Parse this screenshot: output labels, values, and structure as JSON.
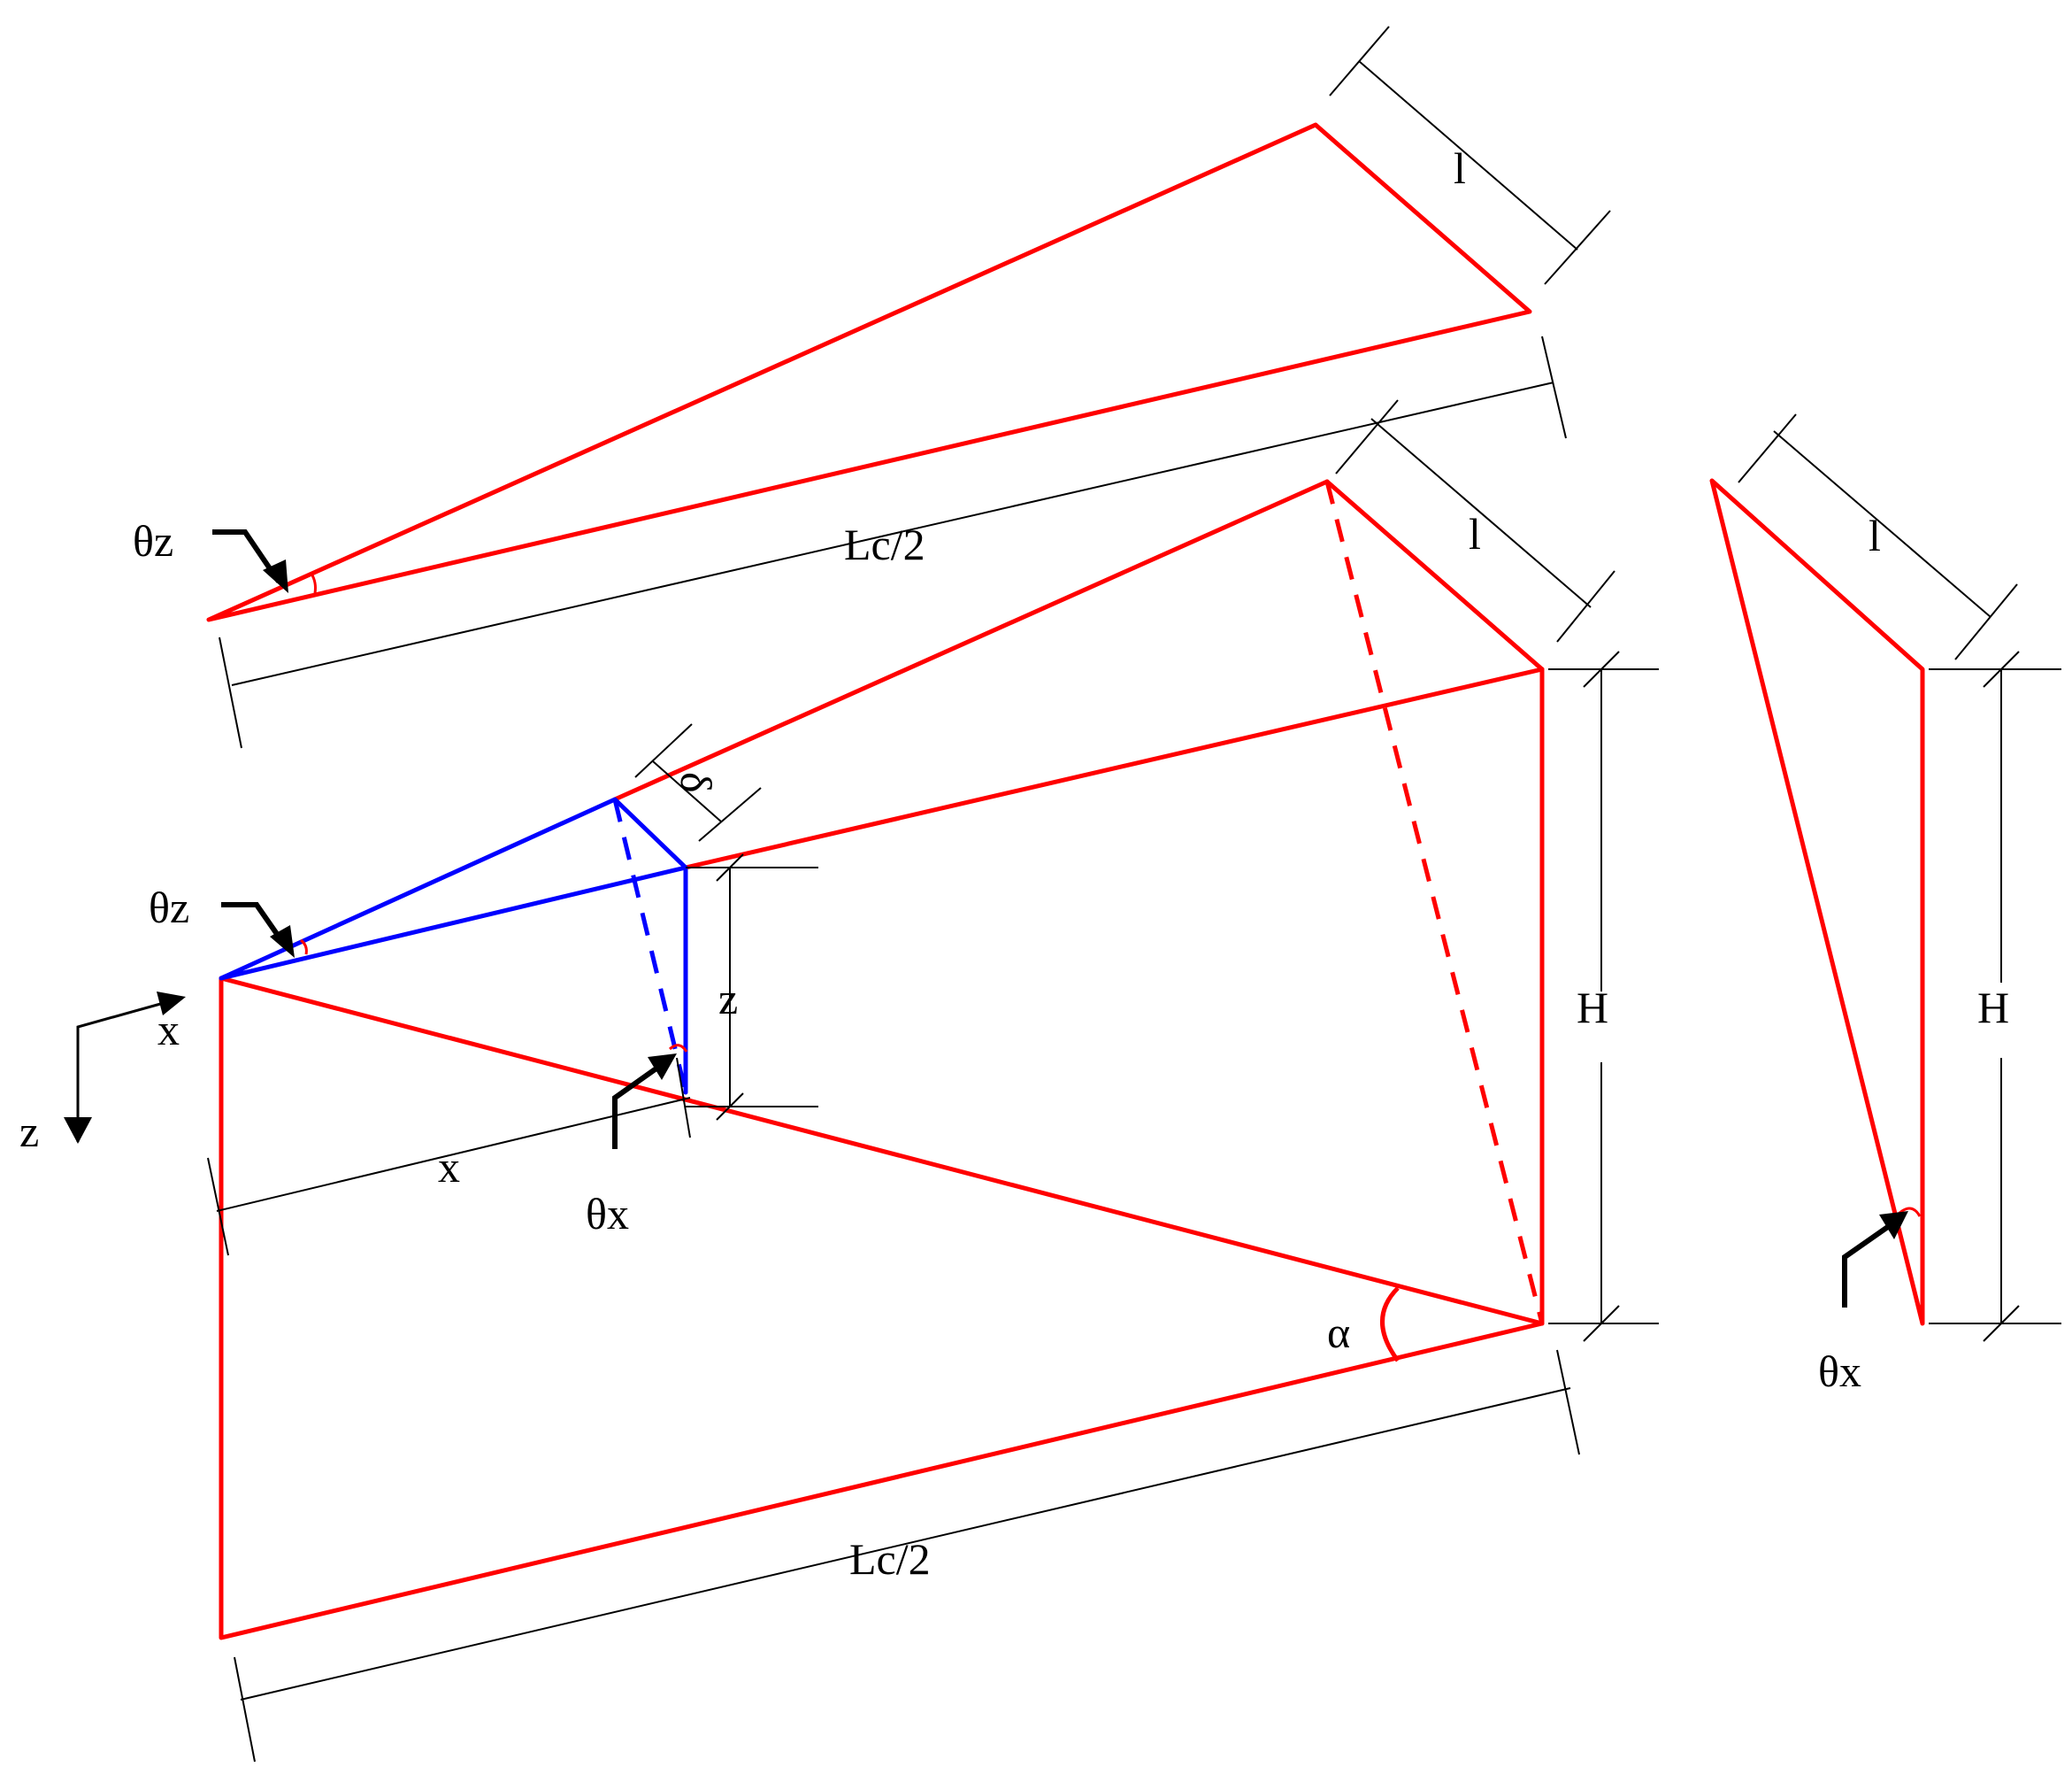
{
  "labels": {
    "len_l": "l",
    "half_span": "Lc/2",
    "height": "H",
    "theta_z": "θz",
    "theta_x": "θx",
    "x": "x",
    "z": "z",
    "delta": "δ",
    "alpha": "α"
  },
  "colors": {
    "plate": "#ff0000",
    "deformed": "#0000ff",
    "annotation": "#000000"
  }
}
